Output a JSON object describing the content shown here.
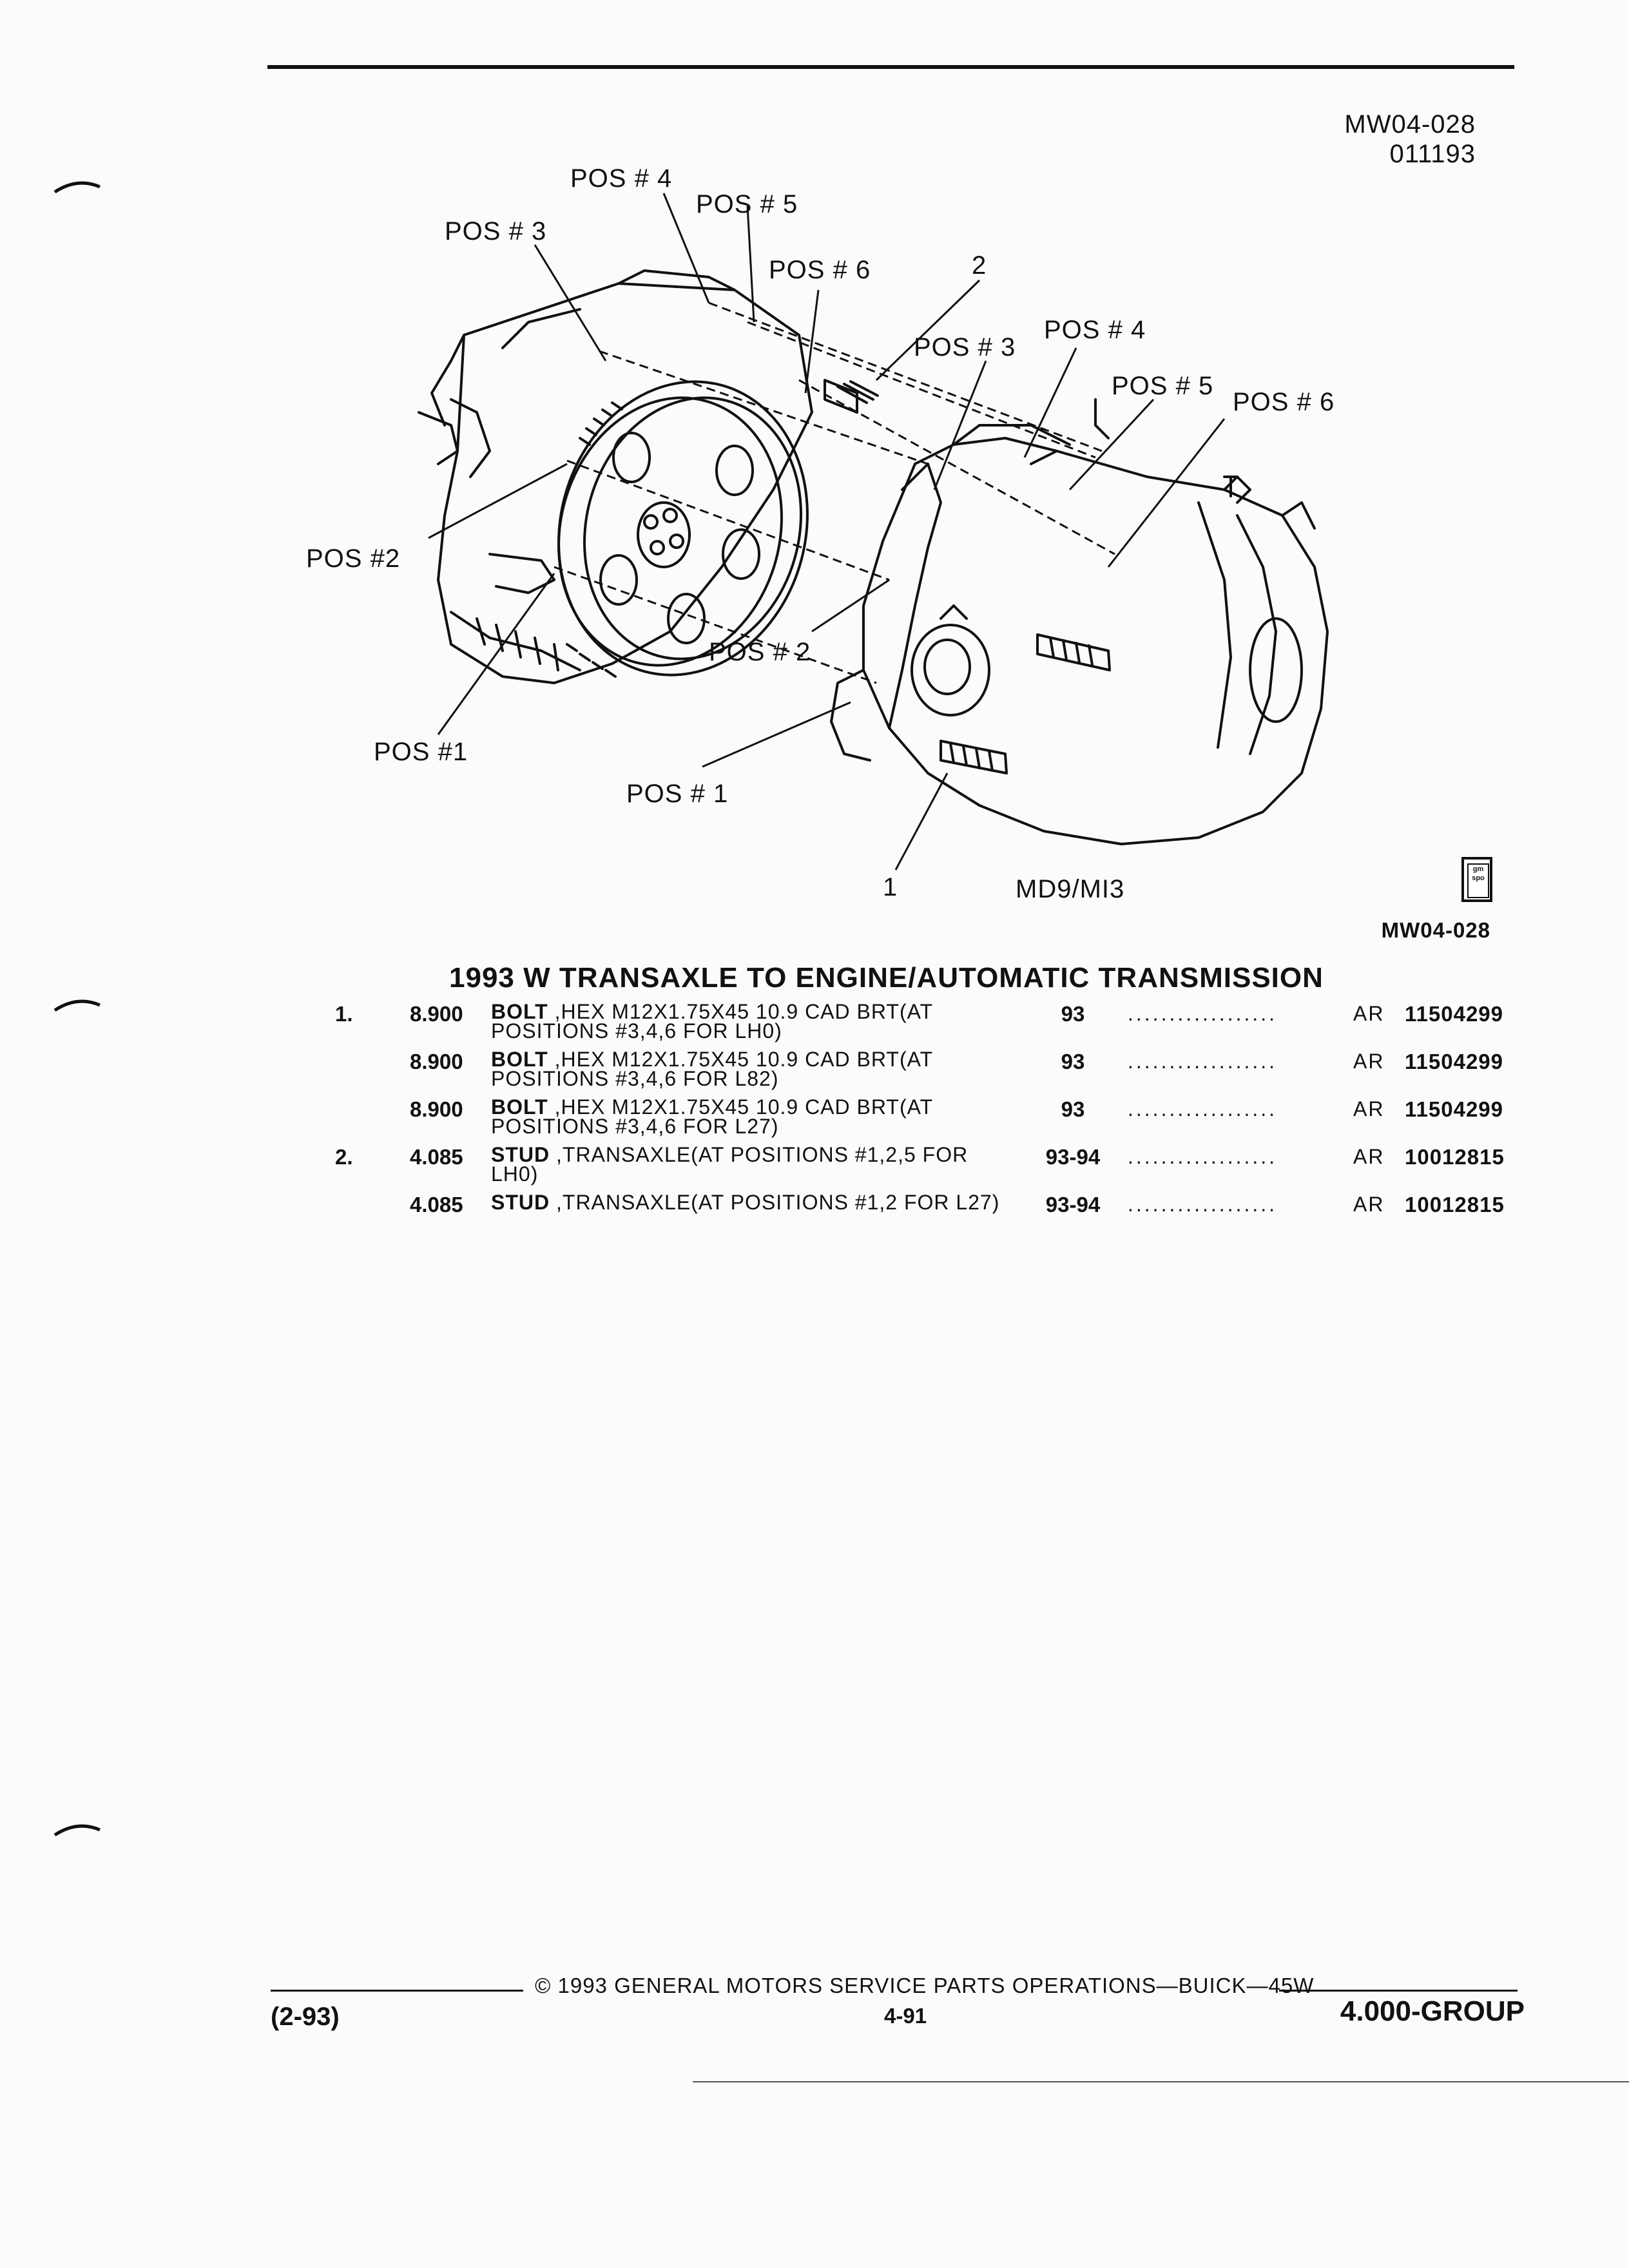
{
  "header": {
    "ref_code": "MW04-028",
    "date_code": "011193"
  },
  "diagram": {
    "labels_left": [
      "POS # 4",
      "POS # 5",
      "POS # 3",
      "POS # 6",
      "POS #2",
      "POS #1"
    ],
    "labels_right": [
      "2",
      "POS # 3",
      "POS # 4",
      "POS # 5",
      "POS # 6",
      "POS # 2",
      "POS # 1",
      "1"
    ],
    "model": "MD9/MI3",
    "logo_text": "gm spo",
    "ref_code": "MW04-028"
  },
  "section_title": "1993 W TRANSAXLE TO ENGINE/AUTOMATIC TRANSMISSION",
  "parts": [
    {
      "item": "1.",
      "catalog": "8.900",
      "name": "BOLT",
      "desc": " ,HEX M12X1.75X45 10.9 CAD BRT(AT POSITIONS #3,4,6 FOR LH0)",
      "years": "93",
      "dots": "..................",
      "qty": "AR",
      "part_no": "11504299"
    },
    {
      "item": "",
      "catalog": "8.900",
      "name": "BOLT",
      "desc": " ,HEX M12X1.75X45 10.9 CAD BRT(AT POSITIONS #3,4,6 FOR L82)",
      "years": "93",
      "dots": "..................",
      "qty": "AR",
      "part_no": "11504299"
    },
    {
      "item": "",
      "catalog": "8.900",
      "name": "BOLT",
      "desc": " ,HEX M12X1.75X45 10.9 CAD BRT(AT POSITIONS #3,4,6 FOR L27)",
      "years": "93",
      "dots": "..................",
      "qty": "AR",
      "part_no": "11504299"
    },
    {
      "item": "2.",
      "catalog": "4.085",
      "name": "STUD",
      "desc": " ,TRANSAXLE(AT POSITIONS #1,2,5 FOR LH0)",
      "years": "93-94",
      "dots": "..................",
      "qty": "AR",
      "part_no": "10012815"
    },
    {
      "item": "",
      "catalog": "4.085",
      "name": "STUD",
      "desc": " ,TRANSAXLE(AT POSITIONS #1,2 FOR L27)",
      "years": "93-94",
      "dots": "..................",
      "qty": "AR",
      "part_no": "10012815"
    }
  ],
  "footer": {
    "copyright": "© 1993 GENERAL MOTORS SERVICE PARTS OPERATIONS—BUICK—45W",
    "revision": "(2-93)",
    "page_number": "4-91",
    "group": "4.000-GROUP"
  }
}
